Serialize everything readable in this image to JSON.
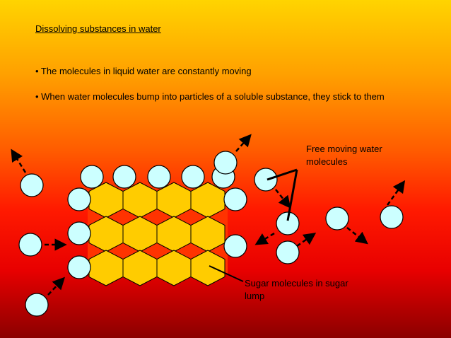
{
  "slide": {
    "title": "Dissolving substances in water",
    "bullets": [
      "• The molecules in liquid water are constantly moving",
      "• When water molecules bump into particles of a soluble substance, they stick to them"
    ]
  },
  "labels": {
    "free_water": "Free moving water molecules",
    "sugar": "Sugar molecules in sugar lump"
  },
  "colors": {
    "water_molecule": "#ccffff",
    "sugar_molecule": "#ffcc00",
    "outline": "#000000"
  }
}
